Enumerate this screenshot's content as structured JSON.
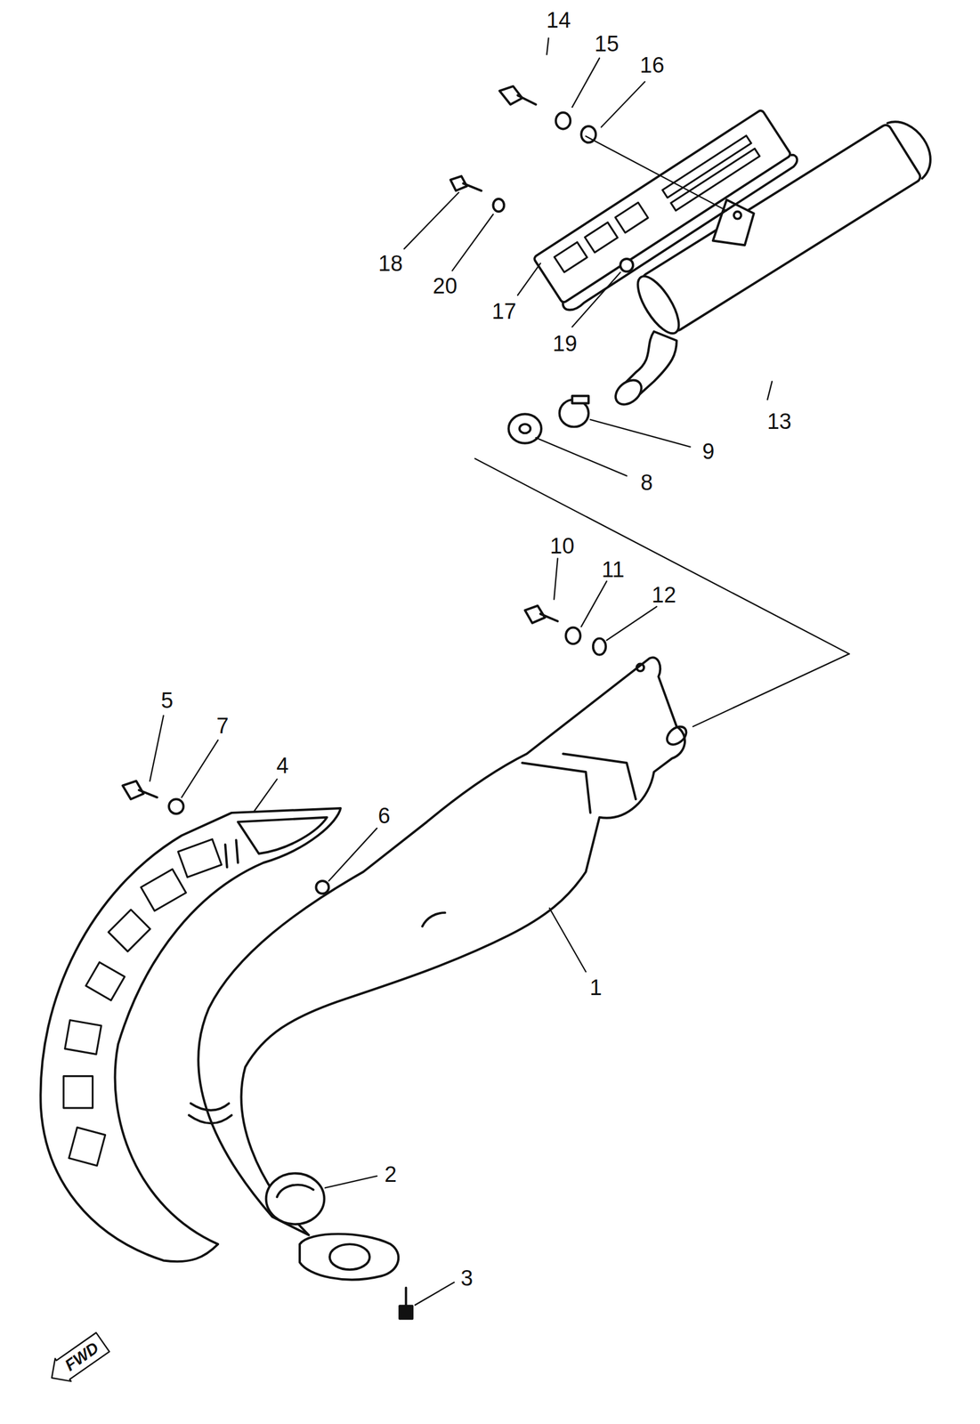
{
  "diagram": {
    "nodes": [
      {
        "text": [
          "FWD"
        ]
      }
    ],
    "labels": [
      "14",
      "15",
      "16",
      "18",
      "20",
      "17",
      "19",
      "13",
      "9",
      "8",
      "10",
      "11",
      "12",
      "5",
      "7",
      "4",
      "6",
      "1",
      "2",
      "3"
    ]
  }
}
